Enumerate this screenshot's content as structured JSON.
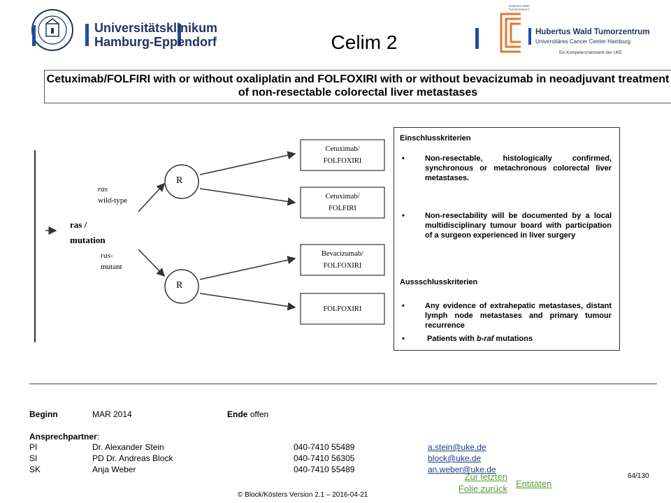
{
  "header": {
    "uni_logo_line1": "Universitätsklinikum",
    "uni_logo_line2": "Hamburg-Eppendorf",
    "hw_logo_tiny": "Hubertus Wald Tumorzentrum",
    "hw_logo_title": "Hubertus Wald Tumorzentrum",
    "hw_logo_sub": "Universitäres Cancer Center Hamburg",
    "hw_logo_network": "Ein Kompetenznetzwerk des UKE"
  },
  "slide": {
    "title": "Celim 2",
    "subtitle": "Cetuximab/FOLFIRI with or without oxaliplatin and FOLFOXIRI with or without bevacizumab in neoadjuvant treatment of non-resectable colorectal liver metastases"
  },
  "diagram": {
    "ras_mutation_line1": "ras /",
    "ras_mutation_line2": "mutation",
    "wild_type_line1": "ras",
    "wild_type_line2": "wild-type",
    "mutant_line1": "ras-",
    "mutant_line2": "mutant",
    "randomization": "R",
    "arms": [
      {
        "line1": "Cetuximab/",
        "line2": "FOLFOXIRI"
      },
      {
        "line1": "Cetuximab/",
        "line2": "FOLFIRI"
      },
      {
        "line1": "Bevacizumab/",
        "line2": "FOLFOXIRI"
      },
      {
        "line1": "FOLFOXIRI",
        "line2": ""
      }
    ]
  },
  "criteria": {
    "inclusion_heading": "Einschlusskriterien",
    "inclusion": [
      "Non-resectable, histologically confirmed, synchronous or metachronous colorectal liver metastases.",
      "Non-resectability will be documented by a local multidisciplinary tumour board with participation of a surgeon experienced in liver surgery"
    ],
    "exclusion_heading": "Aussschlusskriterien",
    "exclusion": [
      "Any evidence of extrahepatic metastases, distant lymph node metastases and primary tumour recurrence",
      "Patients with",
      "b-raf",
      "mutations"
    ],
    "bullet": "•"
  },
  "footer": {
    "begin_label": "Beginn",
    "begin_value": "MAR 2014",
    "end_label": "Ende",
    "end_value": "offen",
    "contacts_label": "Ansprechpartner",
    "contacts_colon": ":",
    "contacts": [
      {
        "role": "PI",
        "name": "Dr. Alexander Stein",
        "phone": "040-7410 55489",
        "email": "a.stein@uke.de"
      },
      {
        "role": "SI",
        "name": "PD Dr. Andreas Block",
        "phone": "040-7410 56305",
        "email": "block@uke.de"
      },
      {
        "role": "SK",
        "name": "Anja Weber",
        "phone": "040-7410 55489",
        "email": "an.weber@uke.de"
      }
    ],
    "nav_last": "Zur letzten",
    "nav_back": "Folie zurück",
    "nav_entities": "Entitäten",
    "page_current": "64",
    "page_total": "/130",
    "copyright": "© Block/Kösters Version 2.1 – 2016-04-21"
  },
  "colors": {
    "uke_blue": "#1f4e9a",
    "hw_orange": "#e07a2e",
    "link_blue": "#1a3f8a",
    "nav_green": "#5a9a3a"
  }
}
